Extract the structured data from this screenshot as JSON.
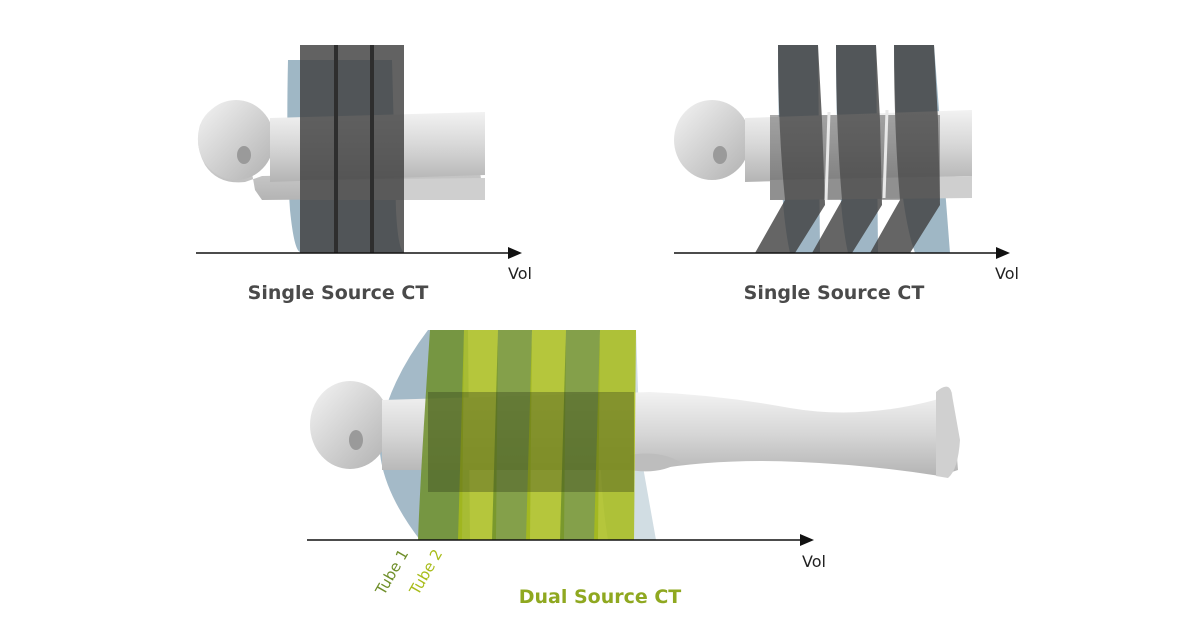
{
  "panels": [
    {
      "id": "single-source-ct-sequential",
      "caption": "Single Source CT",
      "axis_label": "Vol"
    },
    {
      "id": "single-source-ct-spiral",
      "caption": "Single Source CT",
      "axis_label": "Vol"
    },
    {
      "id": "dual-source-ct",
      "caption": "Dual Source CT",
      "axis_label": "Vol",
      "tube_labels": [
        "Tube 1",
        "Tube 2"
      ]
    }
  ],
  "colors": {
    "caption_gray": "#4a4a4a",
    "caption_green": "#8fa820",
    "tube1_green": "#6f8f2a",
    "tube2_yellow": "#a8bc1a",
    "ring_blue": "#9ab3c2",
    "ring_dark": "#4a4a4a",
    "body_gray": "#d9d9d9"
  }
}
